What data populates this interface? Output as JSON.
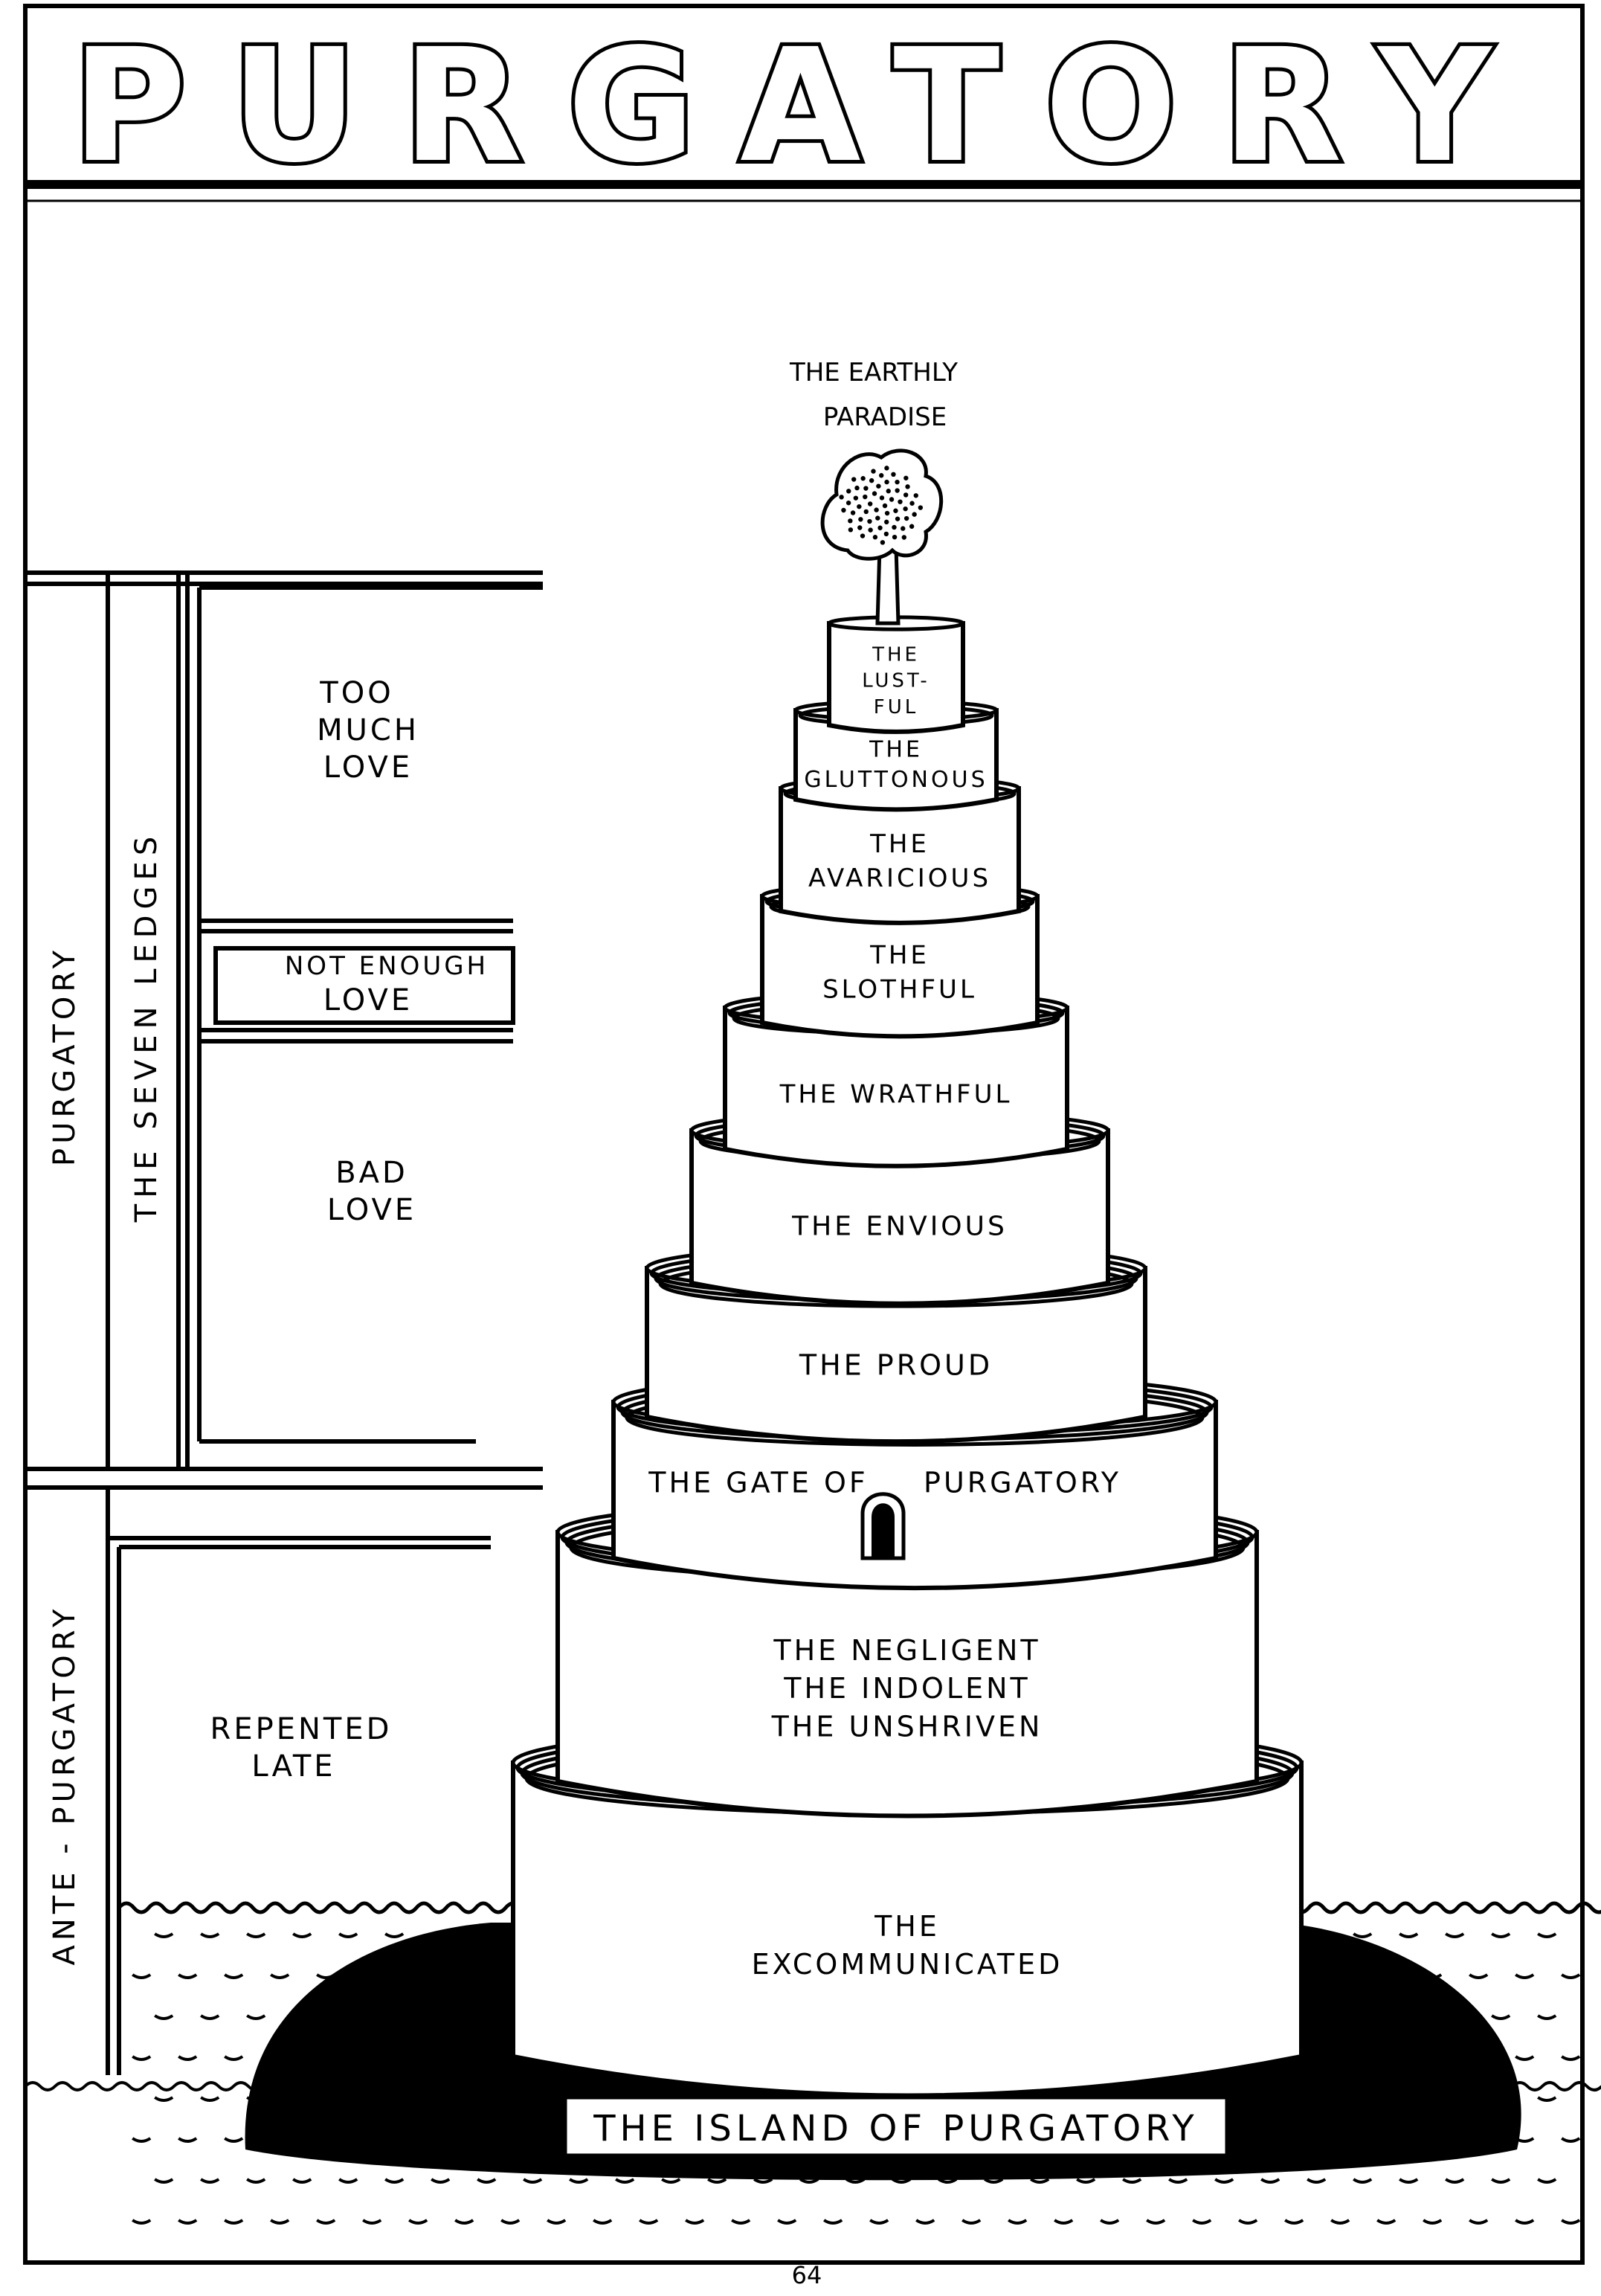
{
  "title": "PURGATORY",
  "page_number": "64",
  "summit": {
    "label_line1": "THE EARTHLY",
    "label_line2": "PARADISE"
  },
  "tiers": [
    {
      "id": "lustful",
      "lines": [
        "THE",
        "LUST-",
        "FUL"
      ]
    },
    {
      "id": "gluttonous",
      "lines": [
        "THE",
        "GLUTTONOUS"
      ]
    },
    {
      "id": "avaricious",
      "lines": [
        "THE",
        "AVARICIOUS"
      ]
    },
    {
      "id": "slothful",
      "lines": [
        "THE",
        "SLOTHFUL"
      ]
    },
    {
      "id": "wrathful",
      "lines": [
        "THE WRATHFUL"
      ]
    },
    {
      "id": "envious",
      "lines": [
        "THE ENVIOUS"
      ]
    },
    {
      "id": "proud",
      "lines": [
        "THE PROUD"
      ]
    },
    {
      "id": "gate",
      "lines": [
        "THE GATE OF",
        "PURGATORY"
      ]
    },
    {
      "id": "negligent",
      "lines": [
        "THE NEGLIGENT",
        "THE INDOLENT",
        "THE UNSHRIVEN"
      ]
    },
    {
      "id": "excommunicated",
      "lines": [
        "THE",
        "EXCOMMUNICATED"
      ]
    }
  ],
  "island_label": "THE ISLAND OF PURGATORY",
  "sidebar": {
    "purgatory_label": "PURGATORY",
    "seven_ledges_label": "THE SEVEN LEDGES",
    "ante_purgatory_label": "ANTE - PURGATORY",
    "too_much_love": [
      "TOO",
      "MUCH",
      "LOVE"
    ],
    "not_enough_love": [
      "NOT ENOUGH",
      "LOVE"
    ],
    "bad_love": [
      "BAD",
      "LOVE"
    ],
    "repented_late": [
      "REPENTED",
      "LATE"
    ]
  }
}
